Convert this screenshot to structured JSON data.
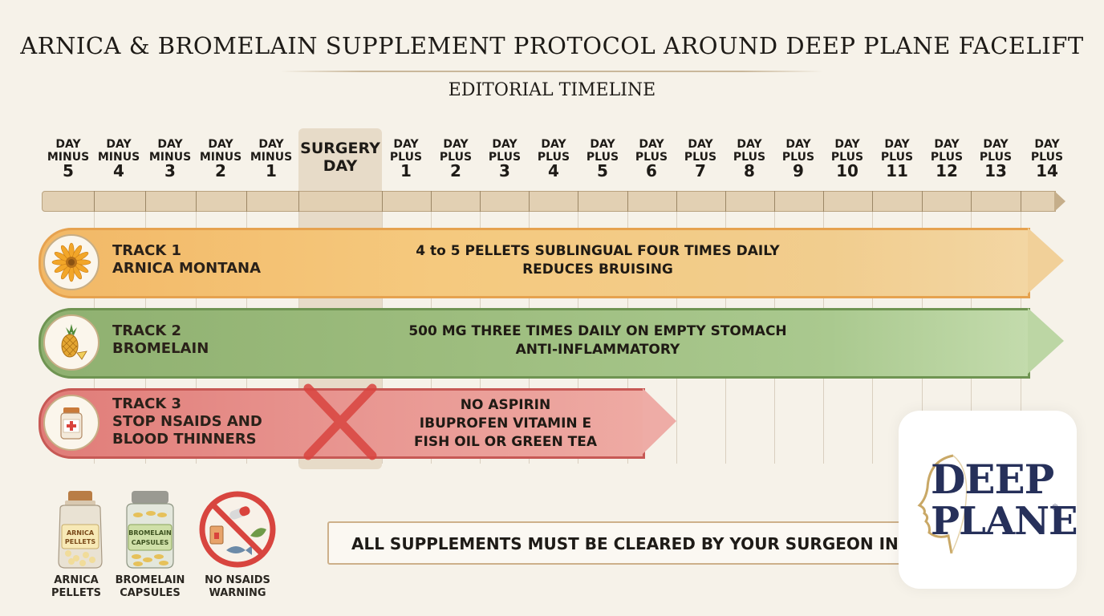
{
  "header": {
    "title": "ARNICA & BROMELAIN SUPPLEMENT PROTOCOL AROUND DEEP PLANE FACELIFT",
    "subtitle": "EDITORIAL TIMELINE"
  },
  "timeline": {
    "surgery_label": "SURGERY DAY",
    "days": [
      {
        "word1": "DAY",
        "word2": "MINUS",
        "num": "5"
      },
      {
        "word1": "DAY",
        "word2": "MINUS",
        "num": "4"
      },
      {
        "word1": "DAY",
        "word2": "MINUS",
        "num": "3"
      },
      {
        "word1": "DAY",
        "word2": "MINUS",
        "num": "2"
      },
      {
        "word1": "DAY",
        "word2": "MINUS",
        "num": "1"
      },
      {
        "word1": "DAY",
        "word2": "PLUS",
        "num": "1"
      },
      {
        "word1": "DAY",
        "word2": "PLUS",
        "num": "2"
      },
      {
        "word1": "DAY",
        "word2": "PLUS",
        "num": "3"
      },
      {
        "word1": "DAY",
        "word2": "PLUS",
        "num": "4"
      },
      {
        "word1": "DAY",
        "word2": "PLUS",
        "num": "5"
      },
      {
        "word1": "DAY",
        "word2": "PLUS",
        "num": "6"
      },
      {
        "word1": "DAY",
        "word2": "PLUS",
        "num": "7"
      },
      {
        "word1": "DAY",
        "word2": "PLUS",
        "num": "8"
      },
      {
        "word1": "DAY",
        "word2": "PLUS",
        "num": "9"
      },
      {
        "word1": "DAY",
        "word2": "PLUS",
        "num": "10"
      },
      {
        "word1": "DAY",
        "word2": "PLUS",
        "num": "11"
      },
      {
        "word1": "DAY",
        "word2": "PLUS",
        "num": "12"
      },
      {
        "word1": "DAY",
        "word2": "PLUS",
        "num": "13"
      },
      {
        "word1": "DAY",
        "word2": "PLUS",
        "num": "14"
      }
    ]
  },
  "tracks": [
    {
      "line1": "TRACK 1",
      "line2": "ARNICA MONTANA",
      "desc1": "4 to 5 PELLETS SUBLINGUAL FOUR TIMES DAILY",
      "desc2": "REDUCES BRUISING",
      "color": "#f2b866",
      "icon": "arnica-flower-icon"
    },
    {
      "line1": "TRACK 2",
      "line2": "BROMELAIN",
      "desc1": "500 MG THREE TIMES DAILY ON EMPTY STOMACH",
      "desc2": "ANTI-INFLAMMATORY",
      "color": "#8fb070",
      "icon": "pineapple-icon"
    },
    {
      "line1": "TRACK 3",
      "line2": "STOP NSAIDS AND",
      "line3": "BLOOD THINNERS",
      "desc1": "NO ASPIRIN",
      "desc2": "IBUPROFEN VITAMIN E",
      "desc3": "FISH OIL OR GREEN TEA",
      "color": "#e07c78",
      "icon": "medicine-bottle-icon"
    }
  ],
  "legend": [
    {
      "jar_line1": "ARNICA",
      "jar_line2": "PELLETS",
      "label_line1": "ARNICA",
      "label_line2": "PELLETS",
      "icon": "arnica-jar-icon"
    },
    {
      "jar_line1": "BROMELAIN",
      "jar_line2": "CAPSULES",
      "label_line1": "BROMELAIN",
      "label_line2": "CAPSULES",
      "icon": "bromelain-jar-icon"
    },
    {
      "label_line1": "NO NSAIDS",
      "label_line2": "WARNING",
      "icon": "no-nsaids-icon"
    }
  ],
  "notice": {
    "text": "ALL SUPPLEMENTS MUST BE CLEARED BY YOUR SURGEON IN PRE-OP CONSULT"
  },
  "logo": {
    "line1": "DEEP",
    "line2": "PLANE",
    "mark": "®"
  }
}
